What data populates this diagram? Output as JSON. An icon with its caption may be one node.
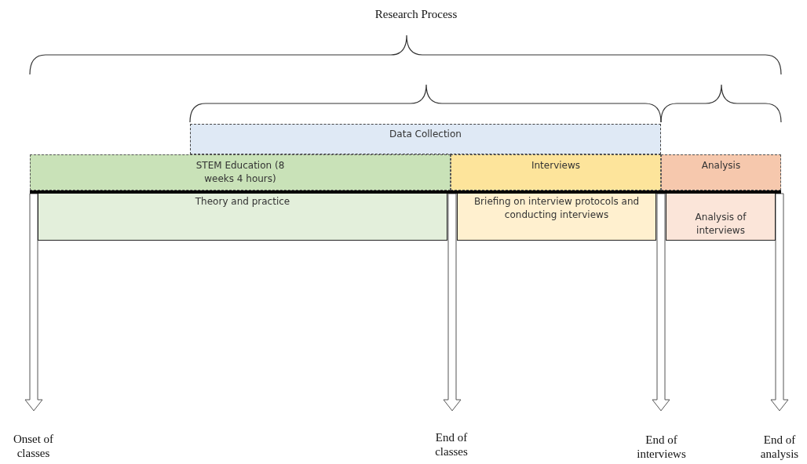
{
  "diagram": {
    "title": "Research Process",
    "nodes": [
      {
        "text": [
          "Data Collection"
        ]
      },
      {
        "text": [
          "STEM Education (8 weeks 4 hours)"
        ]
      },
      {
        "text": [
          "Interviews"
        ]
      },
      {
        "text": [
          "Analysis"
        ]
      },
      {
        "text": [],
        "shape": "bar"
      },
      {
        "text": [
          "Theory and practice"
        ]
      },
      {
        "text": [
          "Briefing on interview protocols and conducting interviews"
        ]
      },
      {
        "text": [
          "Analysis of interviews"
        ]
      },
      {
        "text": [
          "Onset of classes"
        ]
      },
      {
        "text": [
          "End of classes"
        ]
      },
      {
        "text": [
          "End of interviews"
        ]
      },
      {
        "text": [
          "End of analysis"
        ]
      }
    ],
    "edges": [
      {
        "from": 4,
        "to": 8,
        "arrow": "to"
      },
      {
        "from": 4,
        "to": 9,
        "arrow": "to"
      },
      {
        "from": 4,
        "to": 10,
        "arrow": "to"
      },
      {
        "from": 4,
        "to": 11,
        "arrow": "to"
      }
    ]
  }
}
